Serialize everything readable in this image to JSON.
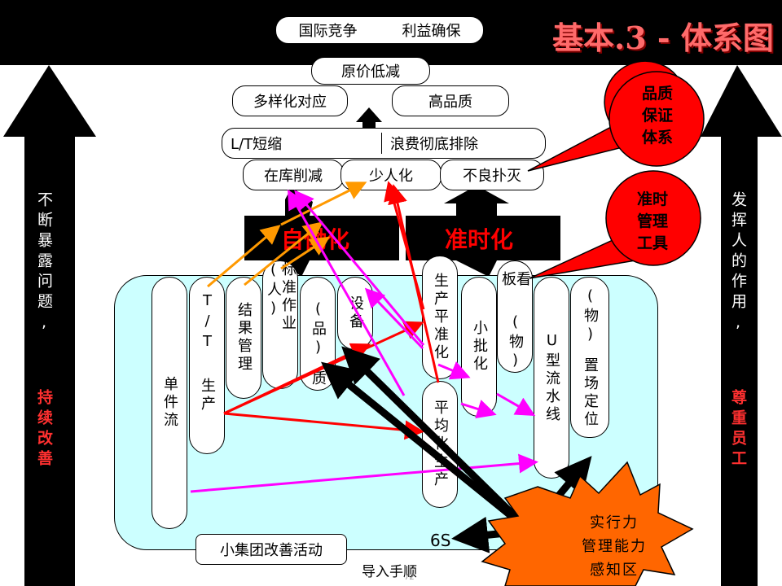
{
  "title": "基本.3 - 体系图",
  "page_number": "72",
  "top_box": {
    "left": "国际竞争",
    "right": "利益确保"
  },
  "level2": {
    "cost": "原价低减"
  },
  "level3": {
    "variety": "多样化对应",
    "quality": "高品质"
  },
  "level4": {
    "lt": "L/T短缩",
    "waste": "浪费彻底排除"
  },
  "level5": {
    "inventory": "在库削减",
    "manpower": "少人化",
    "defect": "不良扑灭"
  },
  "pillars": {
    "jidoka": "自働化",
    "jit": "准时化"
  },
  "left_arrow": {
    "white": "不断暴露问题,",
    "red": "持续改善"
  },
  "right_arrow": {
    "white": "发挥人的作用,",
    "red": "尊重员工"
  },
  "callouts": {
    "quality_system": "品质保证体系",
    "jit_tools": "准时管理工具"
  },
  "columns": {
    "single_flow": "单件流",
    "tt_a": "T/T",
    "tt_b": "生产",
    "result": "结果管理",
    "standard": "标准作业(人)",
    "quality_a": "(品)",
    "quality_b": "质",
    "equipment": "设备",
    "leveling": "生产平准化",
    "averaging": "平均化生产",
    "small_lot": "小批化",
    "kanban_a": "看板",
    "kanban_b": "(物)",
    "u_line": "U型流水线",
    "place_a": "(物)",
    "place_b": "置场定位"
  },
  "bottom": {
    "group": "小集团改善活动",
    "six_s": "6S",
    "intro": "导入手顺"
  },
  "starburst": {
    "line1": "实行力",
    "line2": "管理能力",
    "line3": "感知区"
  },
  "colors": {
    "red": "#ff0000",
    "orange": "#ff9900",
    "magenta": "#ff00ff",
    "cyan": "#ccffff"
  }
}
